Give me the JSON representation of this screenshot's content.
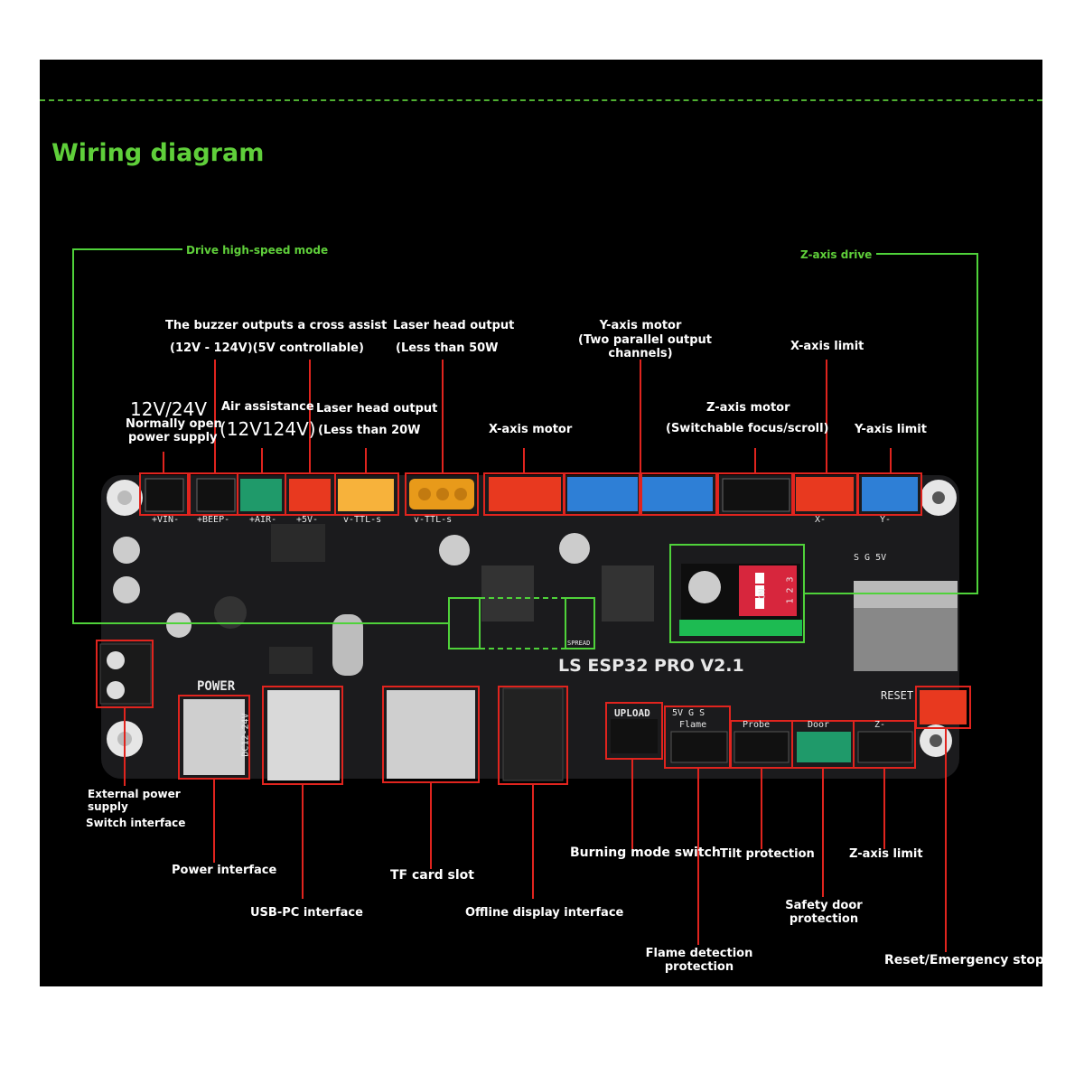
{
  "title": "Wiring diagram",
  "board_name": "LS ESP32 PRO V2.1",
  "labels": {
    "drive_high_speed": "Drive high-speed mode",
    "z_axis_drive": "Z-axis drive",
    "buzzer_l1": "The buzzer outputs a cross assist",
    "buzzer_l2": "(12V - 124V)(5V controllable)",
    "laser50_l1": "Laser head output",
    "laser50_l2": "(Less than 50W",
    "y_motor_l1": "Y-axis motor",
    "y_motor_l2": "(Two parallel output",
    "y_motor_l3": "channels)",
    "x_limit": "X-axis limit",
    "vin_l1": "12V/24V",
    "vin_l2": "Normally open",
    "vin_l3": "power supply",
    "air_l1": "Air assistance",
    "air_l2": "(12V124V)",
    "laser20_l1": "Laser head output",
    "laser20_l2": "(Less than 20W",
    "x_motor": "X-axis motor",
    "z_motor_l1": "Z-axis motor",
    "z_motor_l2": "(Switchable focus/scroll)",
    "y_limit": "Y-axis limit",
    "ext_power_l1": "External power",
    "ext_power_l2": "supply",
    "ext_power_l3": "Switch interface",
    "power_interface": "Power interface",
    "usb_pc": "USB-PC interface",
    "tf_slot": "TF card slot",
    "offline_display": "Offline display interface",
    "burning_mode": "Burning mode switch",
    "tilt_protection": "Tilt protection",
    "z_limit": "Z-axis limit",
    "safety_door_l1": "Safety door",
    "safety_door_l2": "protection",
    "flame_l1": "Flame detection",
    "flame_l2": "protection",
    "reset_stop": "Reset/Emergency stop"
  },
  "silkscreen": {
    "vin": "+VIN-",
    "beep": "+BEEP-",
    "air": "+AIR-",
    "v5": "+5V-",
    "ttl1": "v-TTL-s",
    "ttl2": "v-TTL-s",
    "x": "X-",
    "y": "Y-",
    "sg5v": "S G 5V",
    "power": "POWER",
    "dc": "DC12-24V",
    "upload": "UPLOAD",
    "sgs": "5V G S",
    "flame": "Flame",
    "probe": "Probe",
    "door": "Door",
    "zminus": "Z-",
    "reset": "RESET",
    "on": "ON",
    "dip_nums": "1 2 3",
    "spread": "SPREAD"
  },
  "colors": {
    "background": "#000000",
    "title_green": "#5fcf3a",
    "callout_red": "#e0241e",
    "callout_green": "#4fd23a",
    "board": "#1b1b1d",
    "connector_red": "#e8391f",
    "connector_blue": "#2e7fd6",
    "connector_yellow": "#f7b23b",
    "connector_green": "#1f9a6a",
    "connector_black": "#111111"
  }
}
